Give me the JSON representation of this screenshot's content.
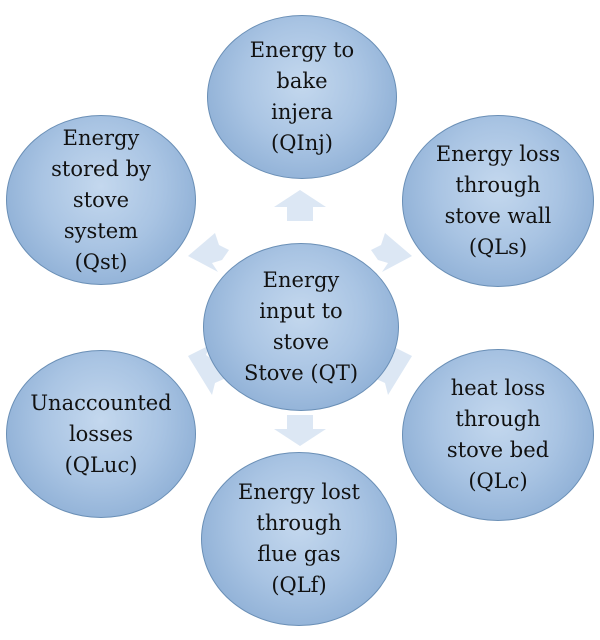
{
  "center": {
    "label": "Energy\ninput to\nstove\nStove (QT)"
  },
  "nodes": {
    "top": {
      "label": "Energy to\nbake\ninjera\n(QInj)"
    },
    "left_top": {
      "label": "Energy\nstored by\nstove\nsystem\n(Qst)"
    },
    "right_top": {
      "label": "Energy loss\nthrough\nstove wall\n(QLs)"
    },
    "left_bot": {
      "label": "Unaccounted\nlosses\n(QLuc)"
    },
    "right_bot": {
      "label": "heat loss\nthrough\nstove bed\n(QLc)"
    },
    "bottom": {
      "label": "Energy lost\nthrough\nflue gas\n(QLf)"
    }
  },
  "colors": {
    "node_fill": "#a9c4e3",
    "node_border": "#6a8fb6",
    "arrow_fill": "#dce7f4",
    "text": "#111111"
  }
}
